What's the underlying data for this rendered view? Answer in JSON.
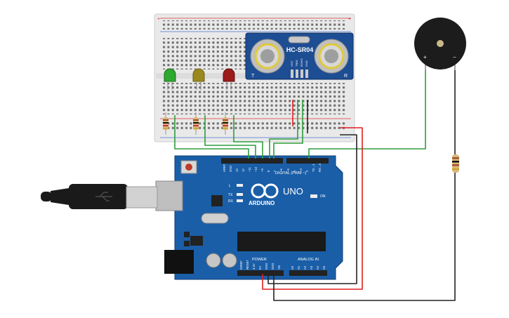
{
  "sensor": {
    "label": "HC-SR04",
    "pin_vcc": "VCC",
    "pin_trig": "TRIG",
    "pin_echo": "ECHO",
    "pin_gnd": "GND",
    "corner_left": "T",
    "corner_right": "R"
  },
  "arduino": {
    "brand": "ARDUINO",
    "model": "UNO",
    "digital_label": "DIGITAL (PWM ~)",
    "on_label": "ON",
    "led_l": "L",
    "led_tx": "TX",
    "led_rx": "RX",
    "power_label": "POWER",
    "analog_label": "ANALOG IN",
    "pins_digital": [
      "AREF",
      "GND",
      "13",
      "12",
      "~11",
      "~10",
      "~9",
      "8",
      "7",
      "~6",
      "~5",
      "4",
      "~3",
      "2",
      "TX→1",
      "RX←0"
    ],
    "pins_power": [
      "IOREF",
      "RESET",
      "3.3V",
      "5V",
      "GND",
      "GND",
      "Vin"
    ],
    "pins_analog": [
      "A0",
      "A1",
      "A2",
      "A3",
      "A4",
      "A5"
    ]
  },
  "buzzer": {
    "plus": "+",
    "minus": "−"
  },
  "leds": [
    {
      "name": "green",
      "color": "#2fa82f"
    },
    {
      "name": "yellow",
      "color": "#9a8a1e"
    },
    {
      "name": "red",
      "color": "#9c1b1b"
    }
  ],
  "colors": {
    "board": "#1a5ea8",
    "wire_green": "#2e9e3c",
    "wire_red": "#e01f1f",
    "wire_black": "#222222"
  }
}
